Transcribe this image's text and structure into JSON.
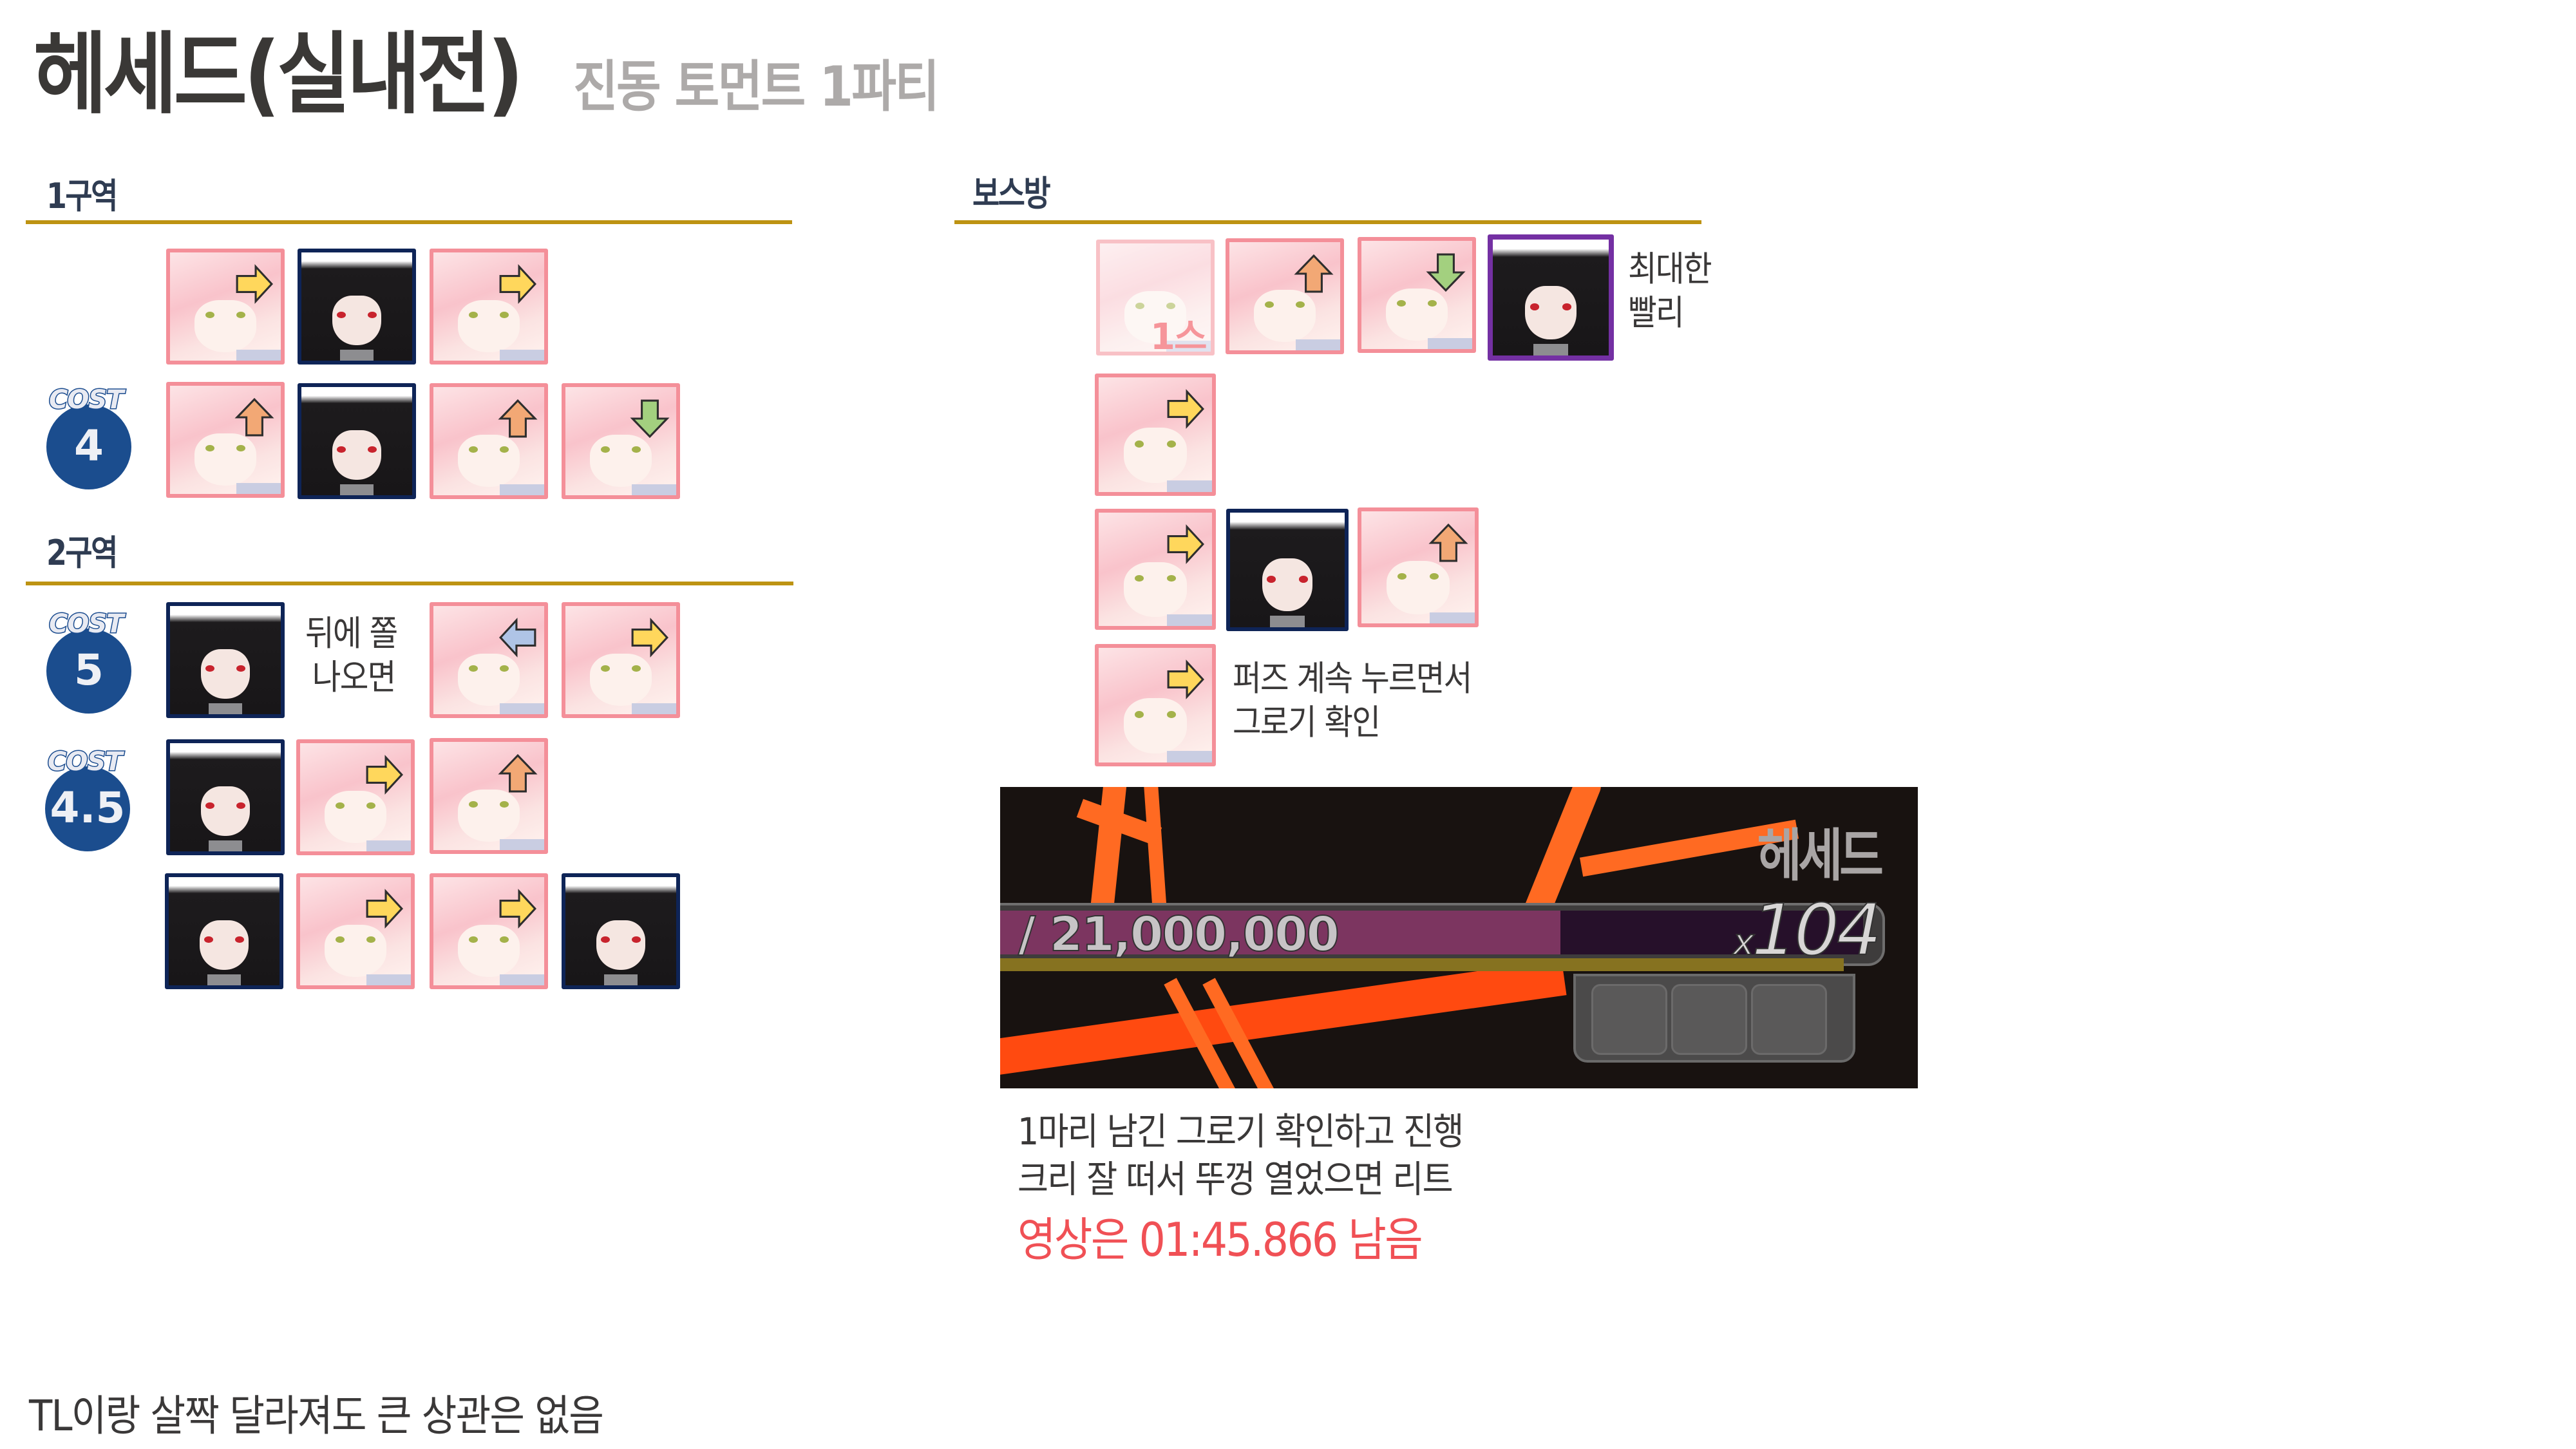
{
  "header": {
    "title": "헤세드(실내전)",
    "subtitle": "진동 토먼트 1파티"
  },
  "colors": {
    "rule": "#bd9312",
    "pink_border": "#f48f99",
    "dark_border": "#0e2457",
    "purple_border": "#7430a3",
    "cost_badge": "#1b4d8e",
    "arrow_right": "#ffd75c",
    "arrow_up": "#f2a875",
    "arrow_down": "#a3d07f",
    "arrow_left": "#afc4e6",
    "remaining_text": "#f05055"
  },
  "section1": {
    "heading": "1구역",
    "rows": [
      {
        "cost": null,
        "cards": [
          {
            "type": "pink",
            "arrow": "right"
          },
          {
            "type": "dark",
            "arrow": null
          },
          {
            "type": "pink",
            "arrow": "right"
          }
        ]
      },
      {
        "cost": {
          "label": "COST",
          "value": "4"
        },
        "cards": [
          {
            "type": "pink",
            "arrow": "up"
          },
          {
            "type": "dark",
            "arrow": null
          },
          {
            "type": "pink",
            "arrow": "up"
          },
          {
            "type": "pink",
            "arrow": "down"
          }
        ]
      }
    ]
  },
  "section2": {
    "heading": "2구역",
    "rows": [
      {
        "cost": {
          "label": "COST",
          "value": "5"
        },
        "note": [
          "뒤에 쫄",
          "나오면"
        ],
        "cards": [
          {
            "type": "dark",
            "arrow": null
          },
          {
            "type": "pink",
            "arrow": "left"
          },
          {
            "type": "pink",
            "arrow": "right"
          }
        ]
      },
      {
        "cost": {
          "label": "COST",
          "value": "4.5"
        },
        "cards": [
          {
            "type": "dark",
            "arrow": null
          },
          {
            "type": "pink",
            "arrow": "right"
          },
          {
            "type": "pink",
            "arrow": "up"
          }
        ]
      },
      {
        "cost": null,
        "cards": [
          {
            "type": "dark",
            "arrow": null
          },
          {
            "type": "pink",
            "arrow": "right"
          },
          {
            "type": "pink",
            "arrow": "right"
          },
          {
            "type": "dark",
            "arrow": null
          }
        ]
      }
    ]
  },
  "boss": {
    "heading": "보스방",
    "rows": [
      {
        "note": [
          "최대한",
          "빨리"
        ],
        "cards": [
          {
            "type": "pink-faded",
            "label": "1스"
          },
          {
            "type": "pink",
            "arrow": "up"
          },
          {
            "type": "pink",
            "arrow": "down"
          },
          {
            "type": "purple",
            "arrow": null
          }
        ]
      },
      {
        "cards": [
          {
            "type": "pink",
            "arrow": "right"
          }
        ]
      },
      {
        "cards": [
          {
            "type": "pink",
            "arrow": "right"
          },
          {
            "type": "dark",
            "arrow": null
          },
          {
            "type": "pink",
            "arrow": "up"
          }
        ]
      },
      {
        "note": [
          "퍼즈 계속 누르면서",
          "그로기 확인"
        ],
        "cards": [
          {
            "type": "pink",
            "arrow": "right"
          }
        ]
      }
    ],
    "game_capture": {
      "boss_name": "헤세드",
      "hp_value": "21,000,000",
      "hp_prefix": "/",
      "multiplier_x": "x",
      "multiplier": "104"
    },
    "description": [
      "1마리 남긴 그로기 확인하고 진행",
      "크리 잘 떠서 뚜껑 열었으면 리트"
    ],
    "remaining": "영상은 01:45.866 남음"
  },
  "footer": {
    "note": "TL이랑 살짝 달라져도 큰 상관은 없음"
  }
}
